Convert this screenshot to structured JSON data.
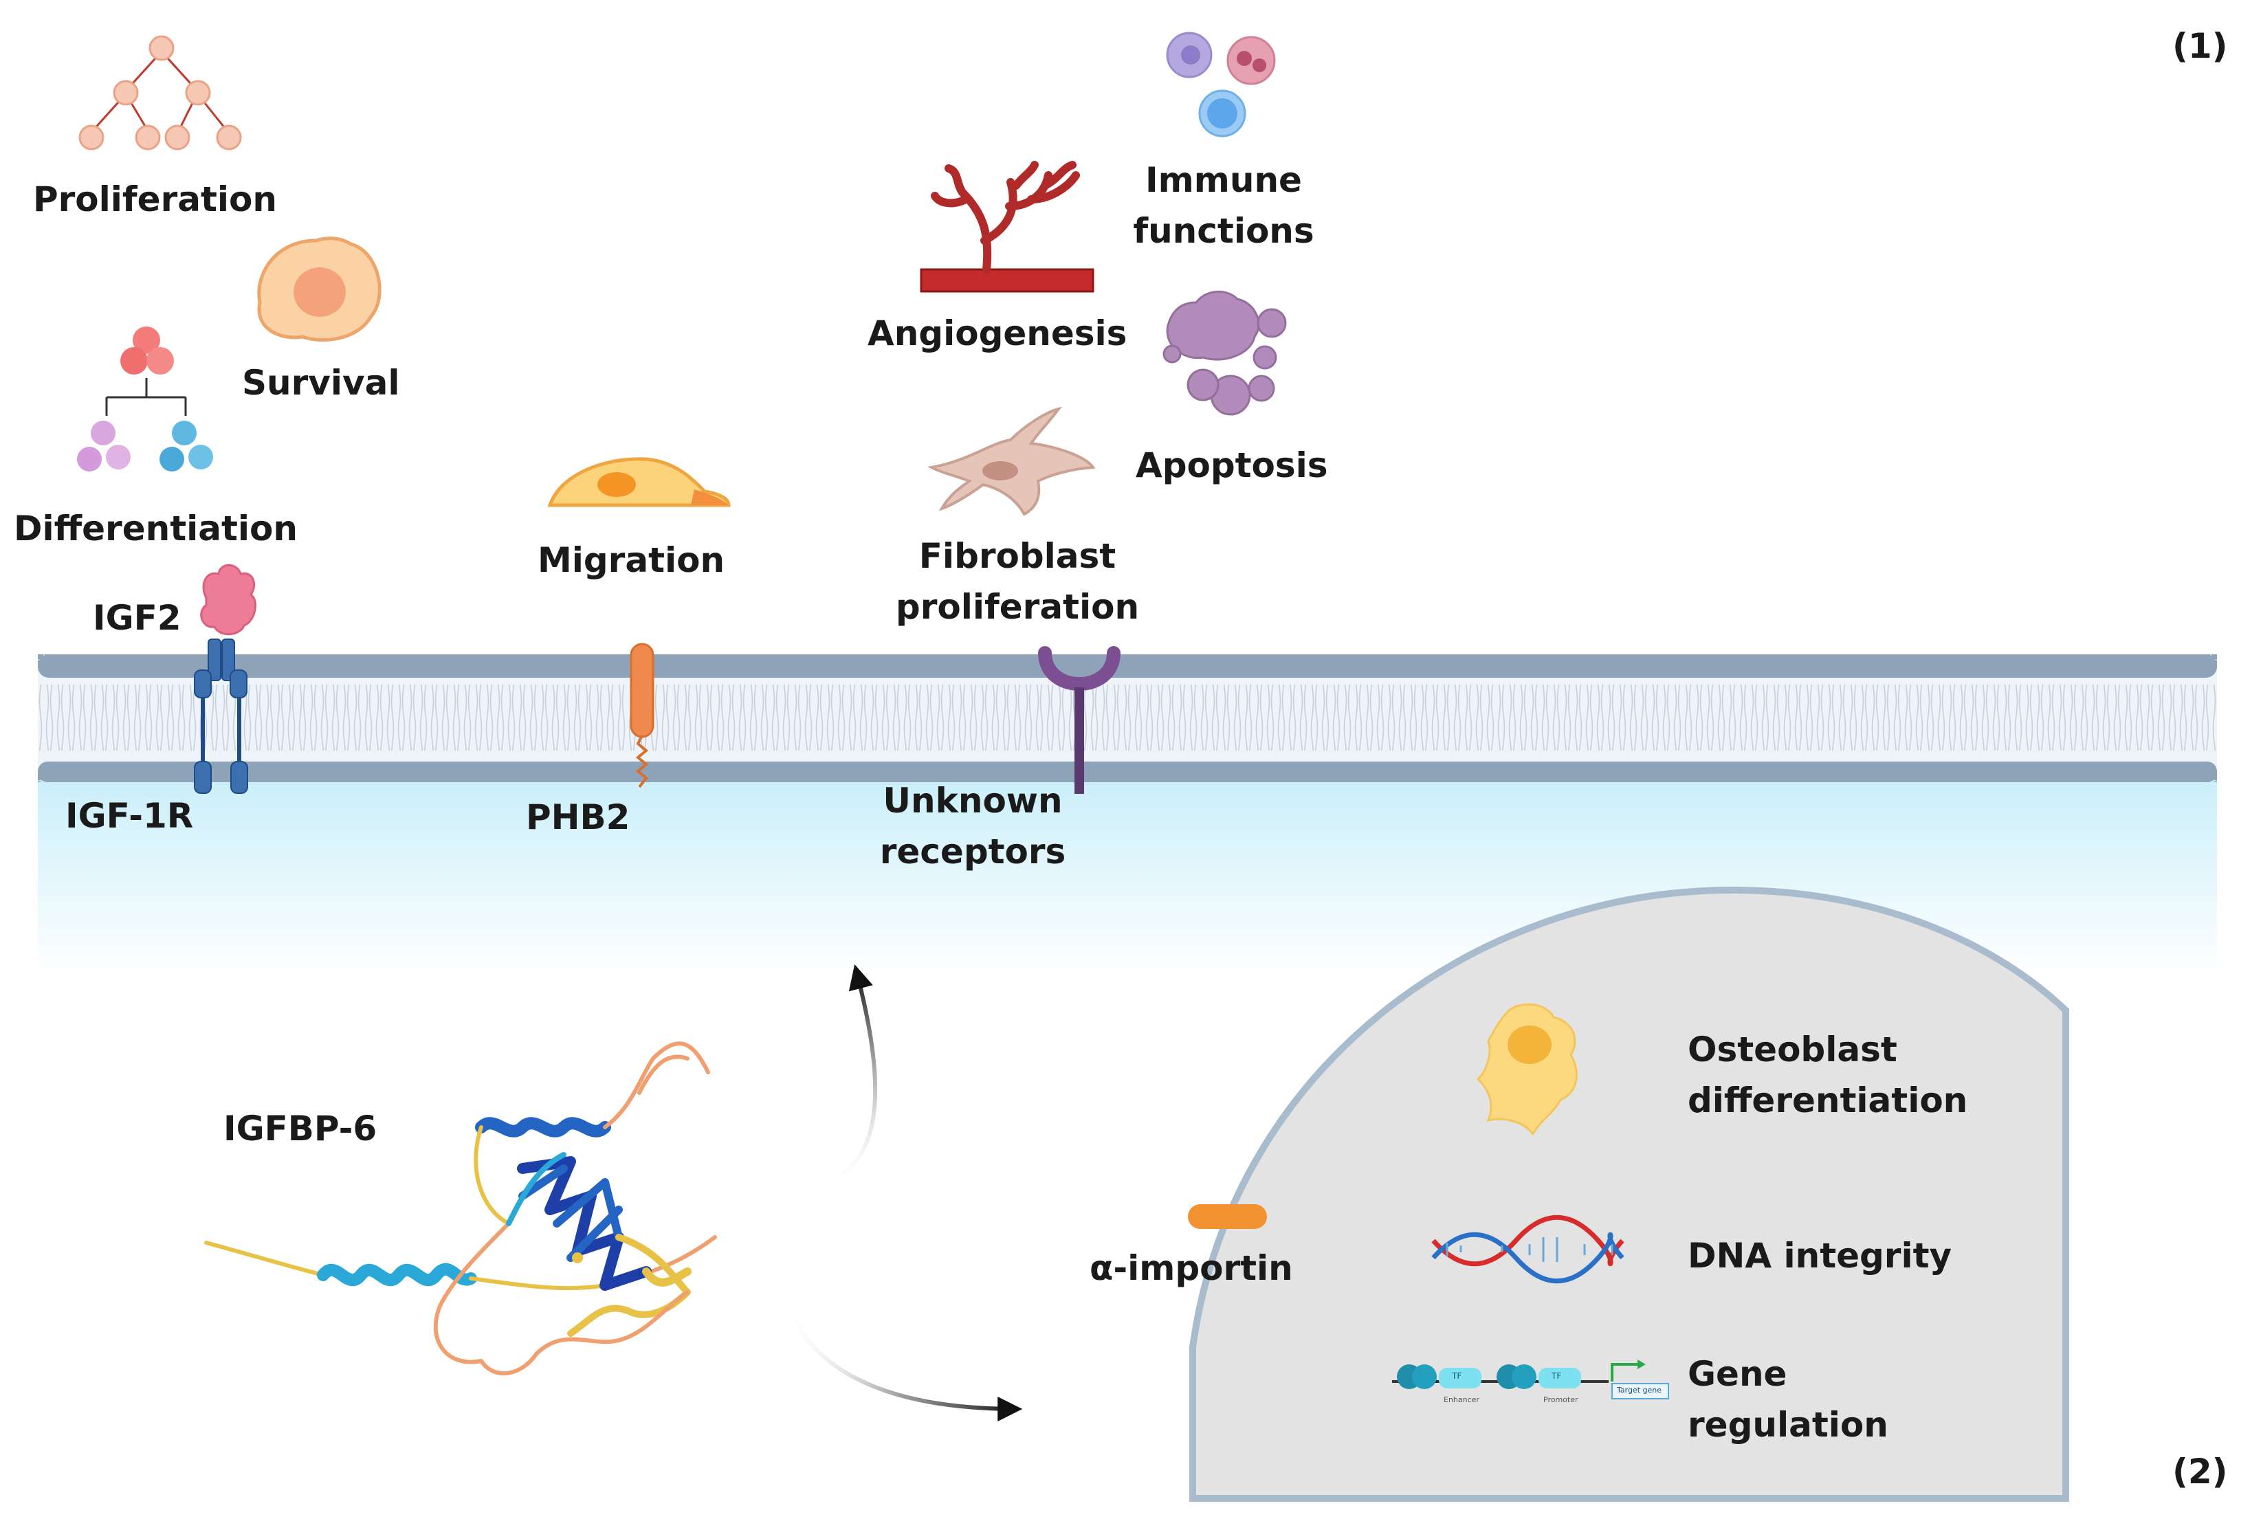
{
  "panel_labels": {
    "top": "(1)",
    "bottom": "(2)"
  },
  "extracellular_functions": {
    "proliferation": "Proliferation",
    "survival": "Survival",
    "differentiation": "Differentiation",
    "migration": "Migration",
    "angiogenesis": "Angiogenesis",
    "immune_line1": "Immune",
    "immune_line2": "functions",
    "apoptosis": "Apoptosis",
    "fibroblast_line1": "Fibroblast",
    "fibroblast_line2": "proliferation"
  },
  "membrane_molecules": {
    "igf2": "IGF2",
    "igf1r": "IGF-1R",
    "phb2": "PHB2",
    "unknown_line1": "Unknown",
    "unknown_line2": "receptors"
  },
  "protein": {
    "name": "IGFBP-6"
  },
  "nucleus": {
    "importin": "α-importin",
    "osteoblast_line1": "Osteoblast",
    "osteoblast_line2": "differentiation",
    "dna_integrity": "DNA integrity",
    "gene_line1": "Gene",
    "gene_line2": "regulation",
    "tf1": "TF",
    "tf2": "TF",
    "enhancer": "Enhancer",
    "promoter": "Promoter",
    "target_gene": "Target gene"
  },
  "colors": {
    "membrane_head": "#8fa3b8",
    "cytoplasm": "#d9f3fb",
    "nucleus_fill": "#e3e3e3",
    "nucleus_border": "#a9bccd",
    "igf1r": "#3b6fb0",
    "phb2": "#ef8a4c",
    "unknown_receptor": "#7c4f92",
    "importin": "#f39230"
  }
}
